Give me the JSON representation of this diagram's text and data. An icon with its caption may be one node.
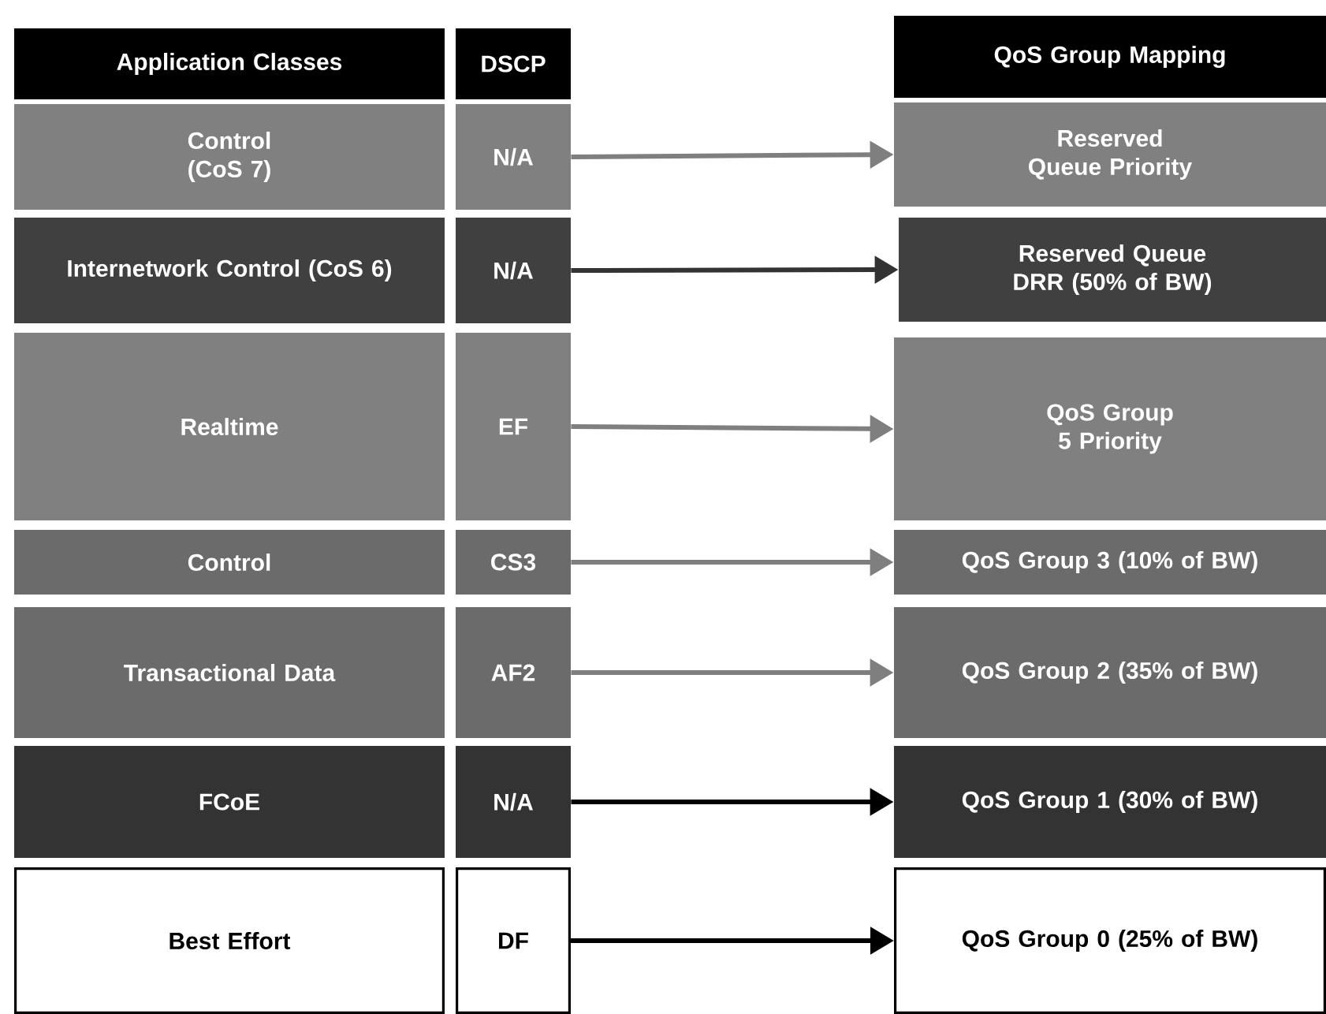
{
  "diagram": {
    "nodes": [
      {
        "text": [
          "Application Classes"
        ]
      },
      {
        "text": [
          "DSCP"
        ]
      },
      {
        "text": [
          "QoS Group Mapping"
        ]
      },
      {
        "text": [
          "Control (CoS 7)"
        ]
      },
      {
        "text": [
          "N/A"
        ]
      },
      {
        "text": [
          "Reserved Queue Priority"
        ]
      },
      {
        "text": [
          "Internetwork Control (CoS 6)"
        ]
      },
      {
        "text": [
          "N/A"
        ]
      },
      {
        "text": [
          "Reserved Queue DRR (50% of BW)"
        ]
      },
      {
        "text": [
          "Realtime"
        ]
      },
      {
        "text": [
          "EF"
        ]
      },
      {
        "text": [
          "QoS Group 5 Priority"
        ]
      },
      {
        "text": [
          "Control"
        ]
      },
      {
        "text": [
          "CS3"
        ]
      },
      {
        "text": [
          "QoS Group 3  (10% of BW)"
        ]
      },
      {
        "text": [
          "Transactional Data"
        ]
      },
      {
        "text": [
          "AF2"
        ]
      },
      {
        "text": [
          "QoS Group 2 (35% of BW)"
        ]
      },
      {
        "text": [
          "FCoE"
        ]
      },
      {
        "text": [
          "N/A"
        ]
      },
      {
        "text": [
          "QoS Group 1 (30% of BW)"
        ]
      },
      {
        "text": [
          "Best Effort"
        ]
      },
      {
        "text": [
          "DF"
        ]
      },
      {
        "text": [
          "QoS Group 0 (25% of BW)"
        ]
      }
    ],
    "edges": [
      {
        "from": 4,
        "to": 5,
        "arrow": "to"
      },
      {
        "from": 7,
        "to": 8,
        "arrow": "to",
        "color": "#333333"
      },
      {
        "from": 10,
        "to": 11,
        "arrow": "to"
      },
      {
        "from": 13,
        "to": 14,
        "arrow": "to"
      },
      {
        "from": 16,
        "to": 17,
        "arrow": "to"
      },
      {
        "from": 19,
        "to": 20,
        "arrow": "to",
        "color": "#000000"
      },
      {
        "from": 22,
        "to": 23,
        "arrow": "to",
        "color": "#000000"
      }
    ]
  }
}
